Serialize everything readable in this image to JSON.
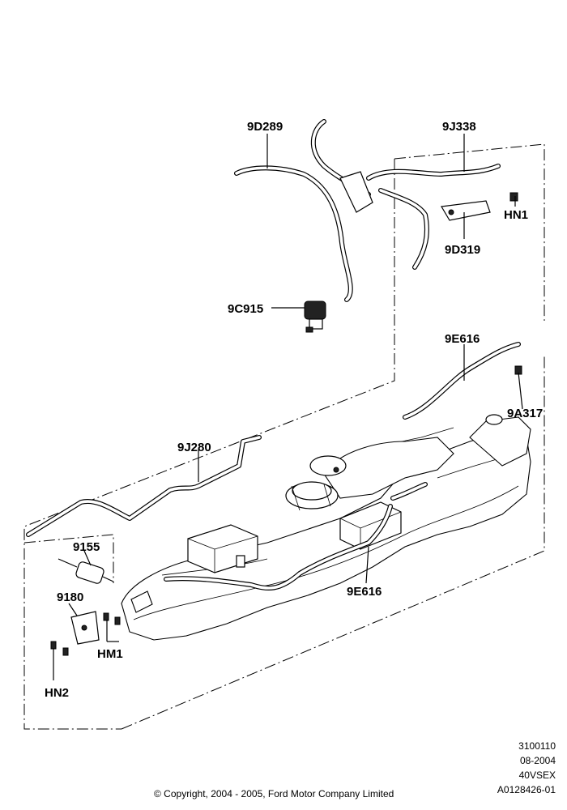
{
  "callouts": {
    "c_9d289": "9D289",
    "c_9j338": "9J338",
    "c_hn1": "HN1",
    "c_9d319": "9D319",
    "c_9c915": "9C915",
    "c_9e616_top": "9E616",
    "c_9a317": "9A317",
    "c_9j280": "9J280",
    "c_9155": "9155",
    "c_9180": "9180",
    "c_9e616_bottom": "9E616",
    "c_hm1": "HM1",
    "c_hn2": "HN2"
  },
  "meta": {
    "line1": "3100110",
    "line2": "08-2004",
    "line3": "40VSEX",
    "line4": "A0128426-01"
  },
  "copyright": "© Copyright, 2004 - 2005, Ford Motor Company Limited"
}
